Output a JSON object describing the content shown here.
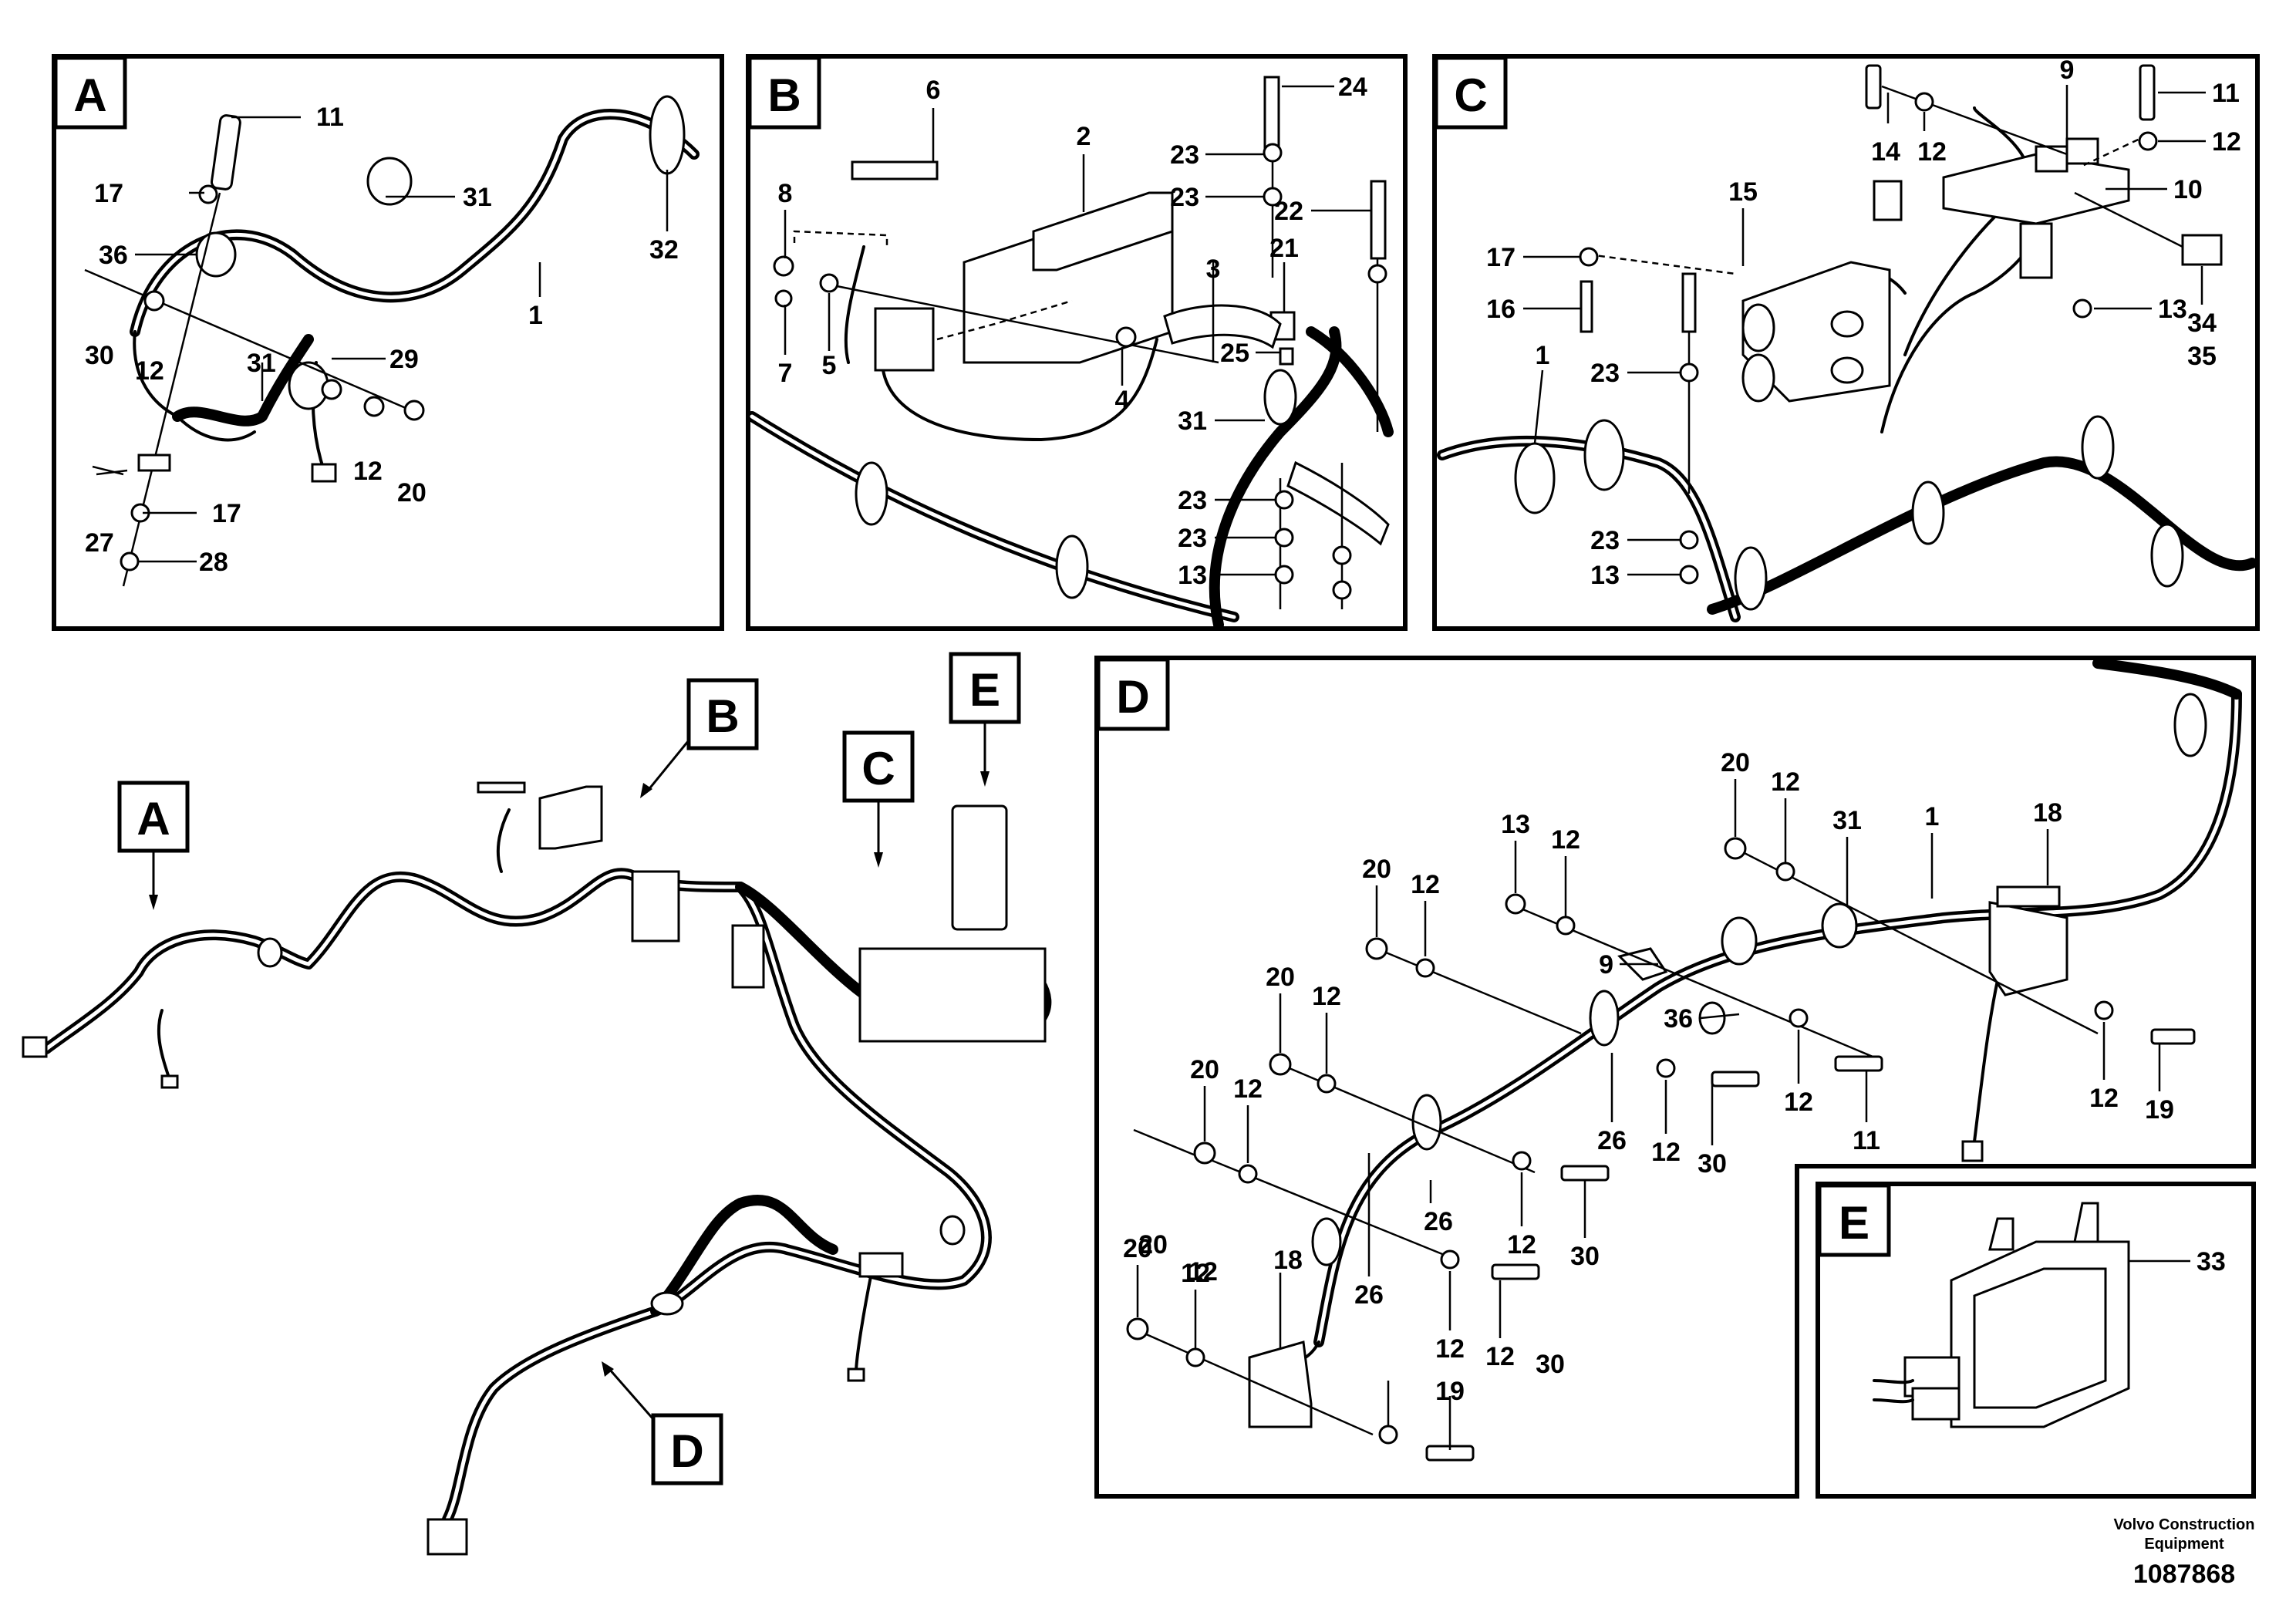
{
  "panels": {
    "A": {
      "letter": "A",
      "callouts": [
        "11",
        "17",
        "31",
        "36",
        "30",
        "12",
        "29",
        "1",
        "32",
        "31",
        "12",
        "20",
        "27",
        "17",
        "28"
      ]
    },
    "B": {
      "letter": "B",
      "callouts": [
        "6",
        "2",
        "24",
        "23",
        "23",
        "22",
        "8",
        "21",
        "3",
        "7",
        "5",
        "4",
        "25",
        "31",
        "23",
        "23",
        "13"
      ]
    },
    "C": {
      "letter": "C",
      "callouts": [
        "9",
        "11",
        "14",
        "12",
        "12",
        "10",
        "15",
        "17",
        "16",
        "13",
        "34",
        "35",
        "23",
        "1",
        "23",
        "13"
      ]
    },
    "D": {
      "letter": "D",
      "callouts": [
        "20",
        "12",
        "31",
        "1",
        "18",
        "13",
        "12",
        "20",
        "12",
        "9",
        "20",
        "12",
        "36",
        "20",
        "12",
        "12",
        "11",
        "26",
        "12",
        "30",
        "12",
        "19",
        "20",
        "12",
        "26",
        "12",
        "30",
        "20",
        "12",
        "18",
        "26",
        "12",
        "12",
        "30",
        "19"
      ]
    },
    "E": {
      "letter": "E",
      "callouts": [
        "33"
      ]
    }
  },
  "overview": {
    "pointers": [
      "A",
      "B",
      "C",
      "E",
      "D"
    ]
  },
  "footer": {
    "brand_line1": "Volvo Construction",
    "brand_line2": "Equipment",
    "drawing_number": "1087868"
  }
}
